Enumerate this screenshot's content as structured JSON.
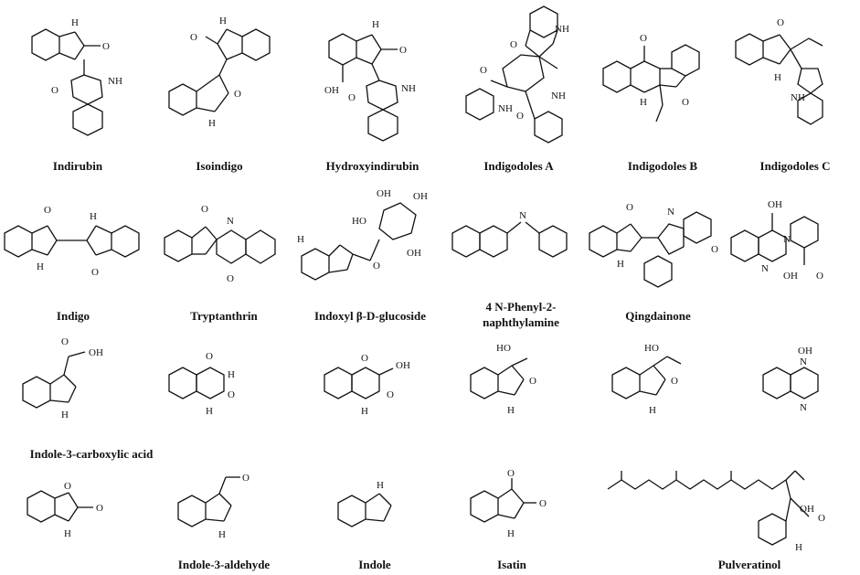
{
  "compounds": [
    {
      "name": "Indirubin"
    },
    {
      "name": "Isoindigo"
    },
    {
      "name": "Hydroxyindirubin"
    },
    {
      "name": "Indigodoles A"
    },
    {
      "name": "Indigodoles B"
    },
    {
      "name": "Indigodoles C"
    },
    {
      "name": "Indigo"
    },
    {
      "name": "Tryptanthrin"
    },
    {
      "name": "Indoxyl β-D-glucoside"
    },
    {
      "name": "4 N-Phenyl-2-naphthylamine"
    },
    {
      "name": "Qingdainone"
    },
    {
      "name": ""
    },
    {
      "name": "Indole-3-carboxylic acid"
    },
    {
      "name": ""
    },
    {
      "name": ""
    },
    {
      "name": ""
    },
    {
      "name": ""
    },
    {
      "name": ""
    },
    {
      "name": ""
    },
    {
      "name": "Indole-3-aldehyde"
    },
    {
      "name": "Indole"
    },
    {
      "name": "Isatin"
    },
    {
      "name": "Pulveratinol"
    }
  ],
  "atom_labels": {
    "N": "N",
    "NH": "NH",
    "H": "H",
    "O": "O",
    "OH": "OH",
    "HO": "HO"
  }
}
